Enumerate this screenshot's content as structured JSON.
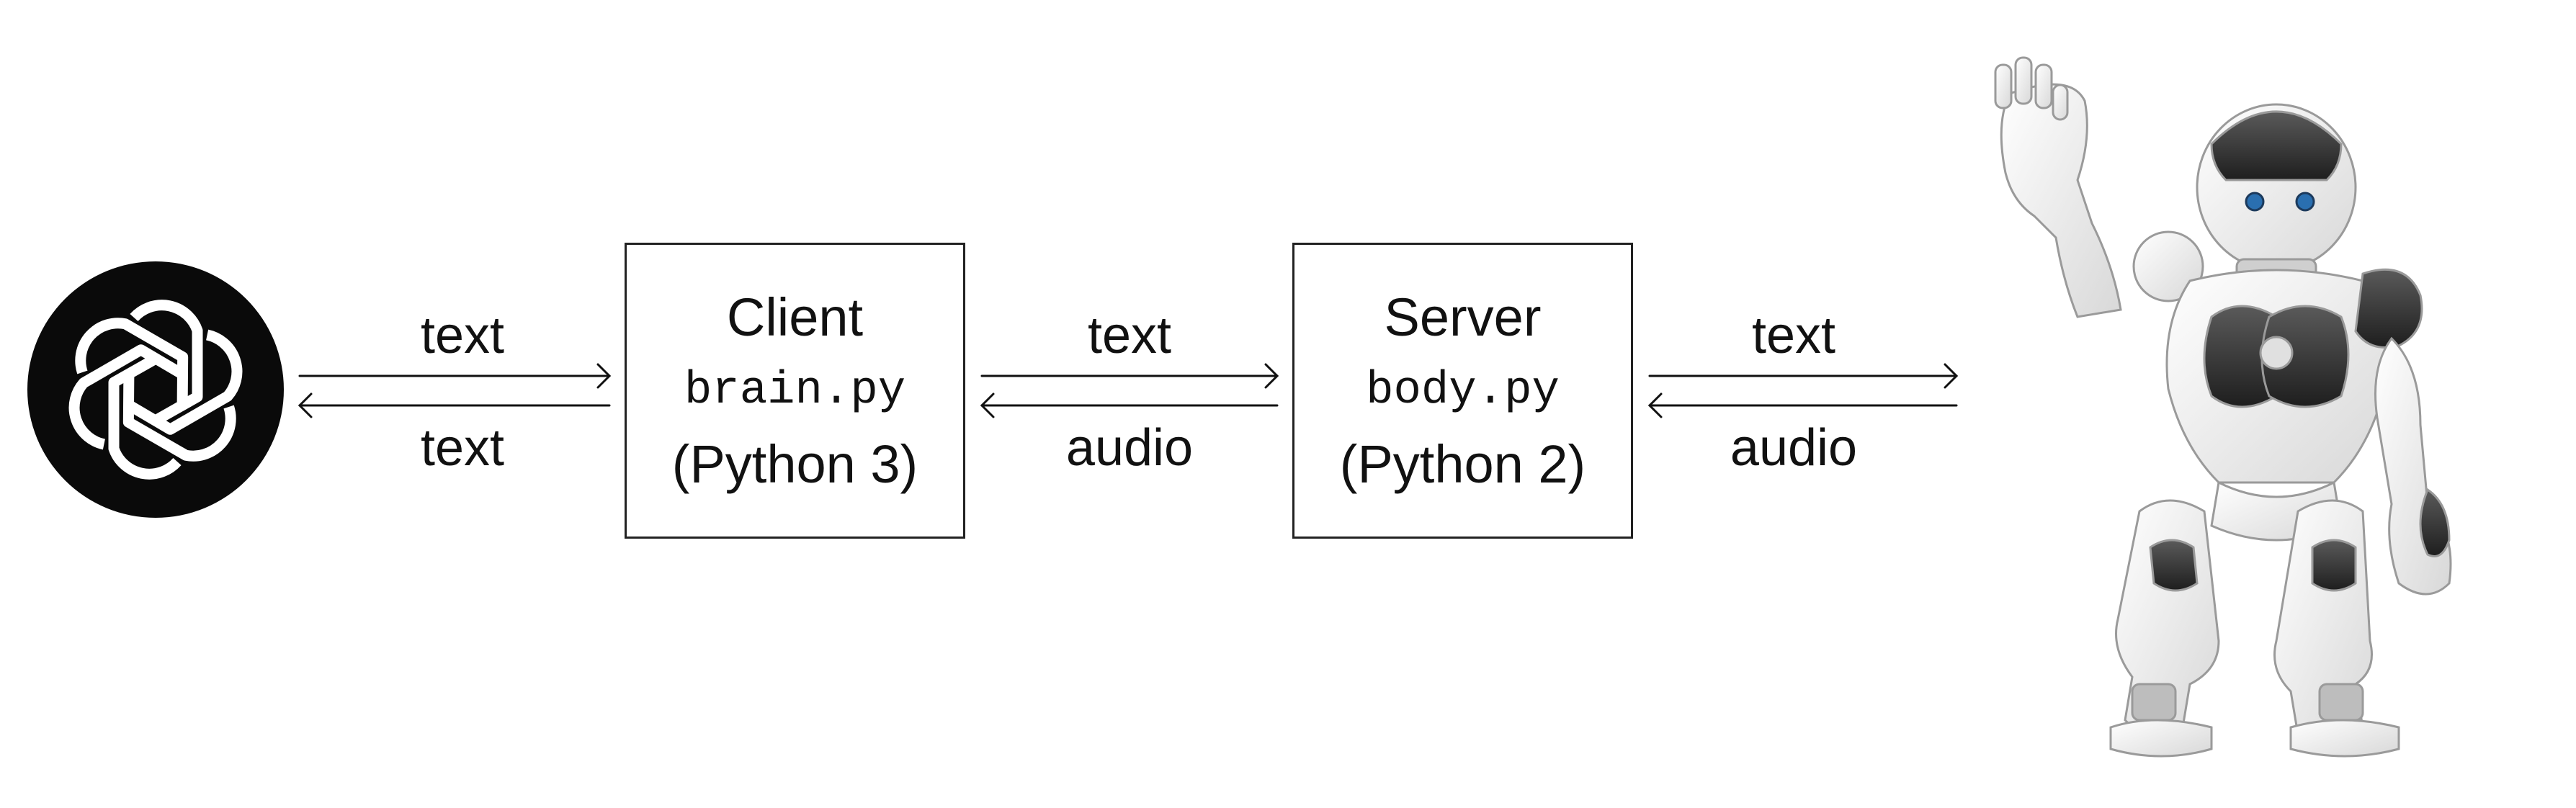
{
  "logo": {
    "icon": "openai-logo-icon",
    "color": "#0a0a0a"
  },
  "client": {
    "title": "Client",
    "file": "brain.py",
    "runtime": "(Python 3)"
  },
  "server": {
    "title": "Server",
    "file": "body.py",
    "runtime": "(Python 2)"
  },
  "links": {
    "logo_client": {
      "forward": "text",
      "backward": "text"
    },
    "client_server": {
      "forward": "text",
      "backward": "audio"
    },
    "server_robot": {
      "forward": "text",
      "backward": "audio"
    }
  },
  "robot": {
    "icon": "humanoid-robot-icon"
  }
}
